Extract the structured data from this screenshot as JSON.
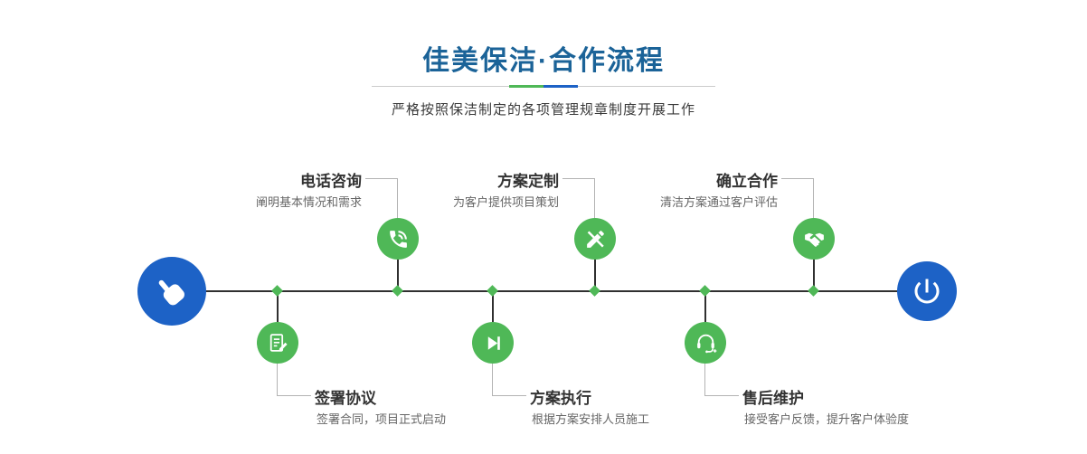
{
  "header": {
    "title": "佳美保洁·合作流程",
    "subtitle": "严格按照保洁制定的各项管理规章制度开展工作"
  },
  "colors": {
    "title_blue": "#1b6398",
    "step_green": "#4fb857",
    "endpoint_blue": "#1d62c6",
    "timeline_line": "#303030"
  },
  "timeline": {
    "start_icon": "pointing-hand-icon",
    "end_icon": "power-icon"
  },
  "steps": [
    {
      "label": "电话咨询",
      "desc": "阐明基本情况和需求",
      "icon": "phone-icon",
      "side": "top"
    },
    {
      "label": "方案定制",
      "desc": "为客户提供项目策划",
      "icon": "design-pen-icon",
      "side": "top"
    },
    {
      "label": "确立合作",
      "desc": "清洁方案通过客户评估",
      "icon": "handshake-icon",
      "side": "top"
    },
    {
      "label": "签署协议",
      "desc": "签署合同，项目正式启动",
      "icon": "contract-document-icon",
      "side": "bottom"
    },
    {
      "label": "方案执行",
      "desc": "根据方案安排人员施工",
      "icon": "play-icon",
      "side": "bottom"
    },
    {
      "label": "售后维护",
      "desc": "接受客户反馈，提升客户体验度",
      "icon": "headset-icon",
      "side": "bottom"
    }
  ]
}
